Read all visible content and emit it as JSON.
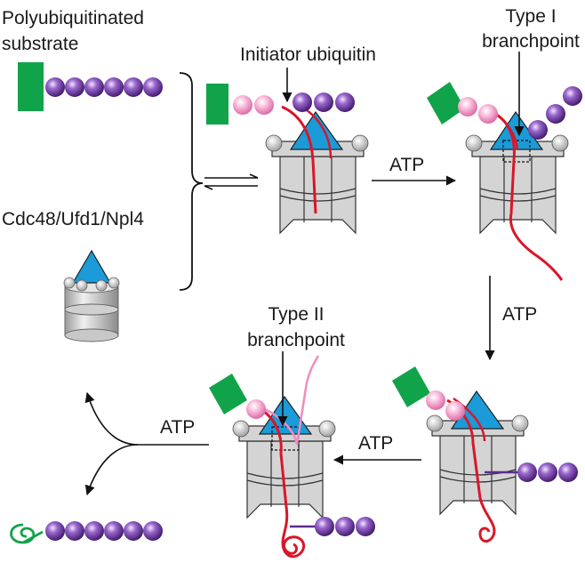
{
  "labels": {
    "poly_line1": "Polyubiquitinated",
    "poly_line2": "substrate",
    "initiator": "Initiator ubiquitin",
    "type1_line1": "Type I",
    "type1_line2": "branchpoint",
    "complex": "Cdc48/Ufd1/Npl4",
    "atp_step1": "ATP",
    "atp_step2": "ATP",
    "atp_step3": "ATP",
    "atp_step4": "ATP",
    "type2_line1": "Type II",
    "type2_line2": "branchpoint"
  },
  "colors": {
    "substrate_green": "#11a34a",
    "ubiquitin_purple": "#5b2c8e",
    "ubiquitin_pink": "#f08cc0",
    "npl4_blue": "#1b9bd8",
    "polypeptide_red": "#d8172a",
    "channel_gray": "#d4d4d4"
  }
}
